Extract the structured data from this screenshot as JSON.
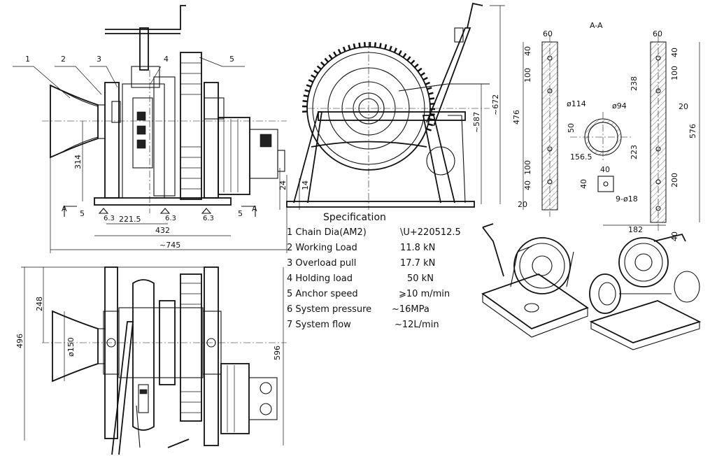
{
  "balloons": [
    "1",
    "2",
    "3",
    "4",
    "5"
  ],
  "section_label": "A-A",
  "section_markers": [
    "A",
    "A"
  ],
  "front_view": {
    "dims": [
      "314",
      "221.5",
      "432",
      "~745",
      "5",
      "5",
      "6.3",
      "6.3",
      "6.3"
    ]
  },
  "side_view": {
    "dims": [
      "~587",
      "~672",
      "24",
      "14"
    ]
  },
  "plan_view": {
    "dims": [
      "248",
      "496",
      "596",
      "ø150"
    ]
  },
  "base_left": {
    "dims": [
      "60",
      "40",
      "100",
      "476",
      "100",
      "40",
      "20"
    ]
  },
  "base_right": {
    "dims": [
      "60",
      "40",
      "100",
      "238",
      "20",
      "576",
      "223",
      "200",
      "40",
      "182"
    ]
  },
  "base_mid": {
    "dims": [
      "ø114",
      "ø94",
      "50",
      "156.5",
      "40",
      "40",
      "9-ø18"
    ]
  },
  "spec": {
    "title": "Specification",
    "rows": [
      {
        "label": "1 Chain Dia(AM2)",
        "value": "\\U+220512.5"
      },
      {
        "label": "2 Working Load",
        "value": "11.8  kN"
      },
      {
        "label": "3 Overload pull",
        "value": "17.7 kN"
      },
      {
        "label": "4 Holding load",
        "value": "50 kN"
      },
      {
        "label": "5 Anchor speed",
        "value": "⩾10 m/min"
      },
      {
        "label": "6 System pressure",
        "value": "~16MPa"
      },
      {
        "label": "7 System flow",
        "value": "~12L/min"
      }
    ]
  }
}
